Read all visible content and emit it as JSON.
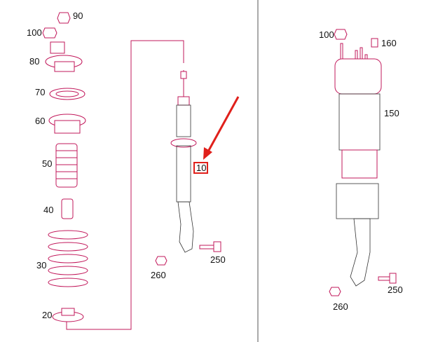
{
  "diagram": {
    "left_assembly_labels": [
      "90",
      "100",
      "80",
      "70",
      "60",
      "50",
      "40",
      "30",
      "20"
    ],
    "center_assembly_labels": {
      "highlighted": "10",
      "bolt": "250",
      "nut": "260"
    },
    "right_assembly_labels": {
      "nut": "100",
      "cap": "160",
      "air_strut": "150",
      "bolt": "250",
      "lower_nut": "260"
    },
    "colors": {
      "part_outline": "#c2185b",
      "highlight": "#e0201b",
      "bracket_line": "#c2185b"
    }
  }
}
